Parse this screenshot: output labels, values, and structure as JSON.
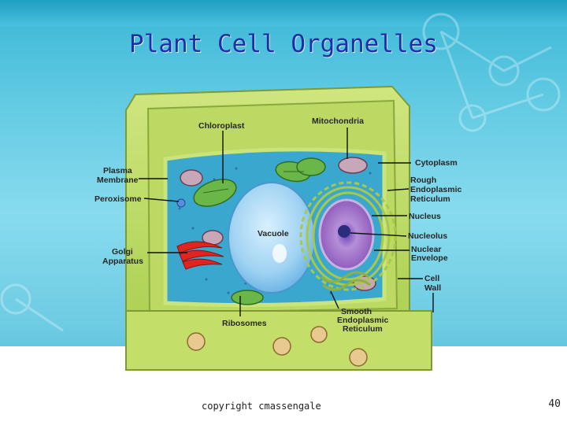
{
  "slide": {
    "title": "Plant Cell Organelles",
    "copyright": "copyright cmassengale",
    "page_number": "40"
  },
  "labels": {
    "chloroplast": "Chloroplast",
    "mitochondria": "Mitochondria",
    "plasma_membrane_1": "Plasma",
    "plasma_membrane_2": "Membrane",
    "peroxisome": "Peroxisome",
    "golgi_1": "Golgi",
    "golgi_2": "Apparatus",
    "vacuole": "Vacuole",
    "ribosomes": "Ribosomes",
    "cytoplasm": "Cytoplasm",
    "rough_er_1": "Rough",
    "rough_er_2": "Endoplasmic",
    "rough_er_3": "Reticulum",
    "nucleus": "Nucleus",
    "nucleolus": "Nucleolus",
    "nuclear_envelope_1": "Nuclear",
    "nuclear_envelope_2": "Envelope",
    "cell_wall_1": "Cell",
    "cell_wall_2": "Wall",
    "smooth_er_1": "Smooth",
    "smooth_er_2": "Endoplasmic",
    "smooth_er_3": "Reticulum"
  },
  "colors": {
    "title": "#1c2fa6",
    "cell_wall": "#b4d65a",
    "cytoplasm": "#3aa7cf",
    "vacuole": "#a8d8f4",
    "nucleus": "#b98ad2",
    "chloroplast": "#6ab648",
    "golgi": "#e0241f"
  }
}
